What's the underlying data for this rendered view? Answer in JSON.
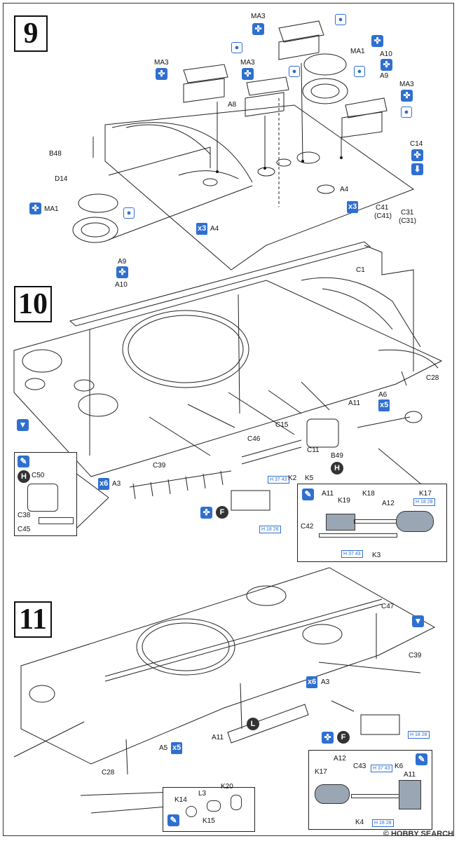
{
  "steps": [
    "9",
    "10",
    "11"
  ],
  "step9": {
    "labels": {
      "ma3_a": "MA3",
      "ma3_b": "MA3",
      "ma3_c": "MA3",
      "ma3_d": "MA3",
      "ma1_top": "MA1",
      "a10_top": "A10",
      "a9_top": "A9",
      "a8": "A8",
      "b48": "B48",
      "d14": "D14",
      "ma1_left": "MA1",
      "a4_a": "A4",
      "a4_b": "A4",
      "c14": "C14",
      "c41": "C41",
      "c41p": "(C41)",
      "c31": "C31",
      "c31p": "(C31)",
      "a9_bottom": "A9",
      "a10_bottom": "A10",
      "c1": "C1"
    },
    "mult_a4_left": "x3",
    "mult_a4_right": "x3"
  },
  "step10": {
    "labels": {
      "c28": "C28",
      "a11": "A11",
      "a6": "A6",
      "c15": "C15",
      "c46": "C46",
      "c11": "C11",
      "b49": "B49",
      "k2": "K2",
      "k5": "K5",
      "c39": "C39",
      "a3": "A3",
      "c50": "C50",
      "c38": "C38",
      "c45": "C45"
    },
    "mult_a6": "x5",
    "mult_a3": "x6",
    "circle_h": "H",
    "circle_f": "F",
    "ref_h37": "H 37 43",
    "ref_h18": "H 18 28",
    "inset": {
      "a11": "A11",
      "k19": "K19",
      "k18": "K18",
      "a12": "A12",
      "k17": "K17",
      "c42": "C42",
      "k3": "K3",
      "ref_h18": "H 18 28",
      "ref_h37": "H 37 43"
    }
  },
  "step11": {
    "labels": {
      "c47": "C47",
      "c39": "C39",
      "a3": "A3",
      "a5": "A5",
      "a11": "A11",
      "c28": "C28"
    },
    "mult_a3": "x6",
    "mult_a5": "x5",
    "circle_l": "L",
    "circle_f": "F",
    "ref_h18": "H 18 28",
    "inset_left": {
      "k14": "K14",
      "l3": "L3",
      "k20": "K20",
      "k15": "K15"
    },
    "inset_right": {
      "a12": "A12",
      "k17": "K17",
      "c43": "C43",
      "k6": "K6",
      "a11": "A11",
      "k4": "K4",
      "ref_h37": "H 37 43",
      "ref_h18": "H 18 28"
    }
  },
  "watermark": "© HOBBY SEARCH"
}
